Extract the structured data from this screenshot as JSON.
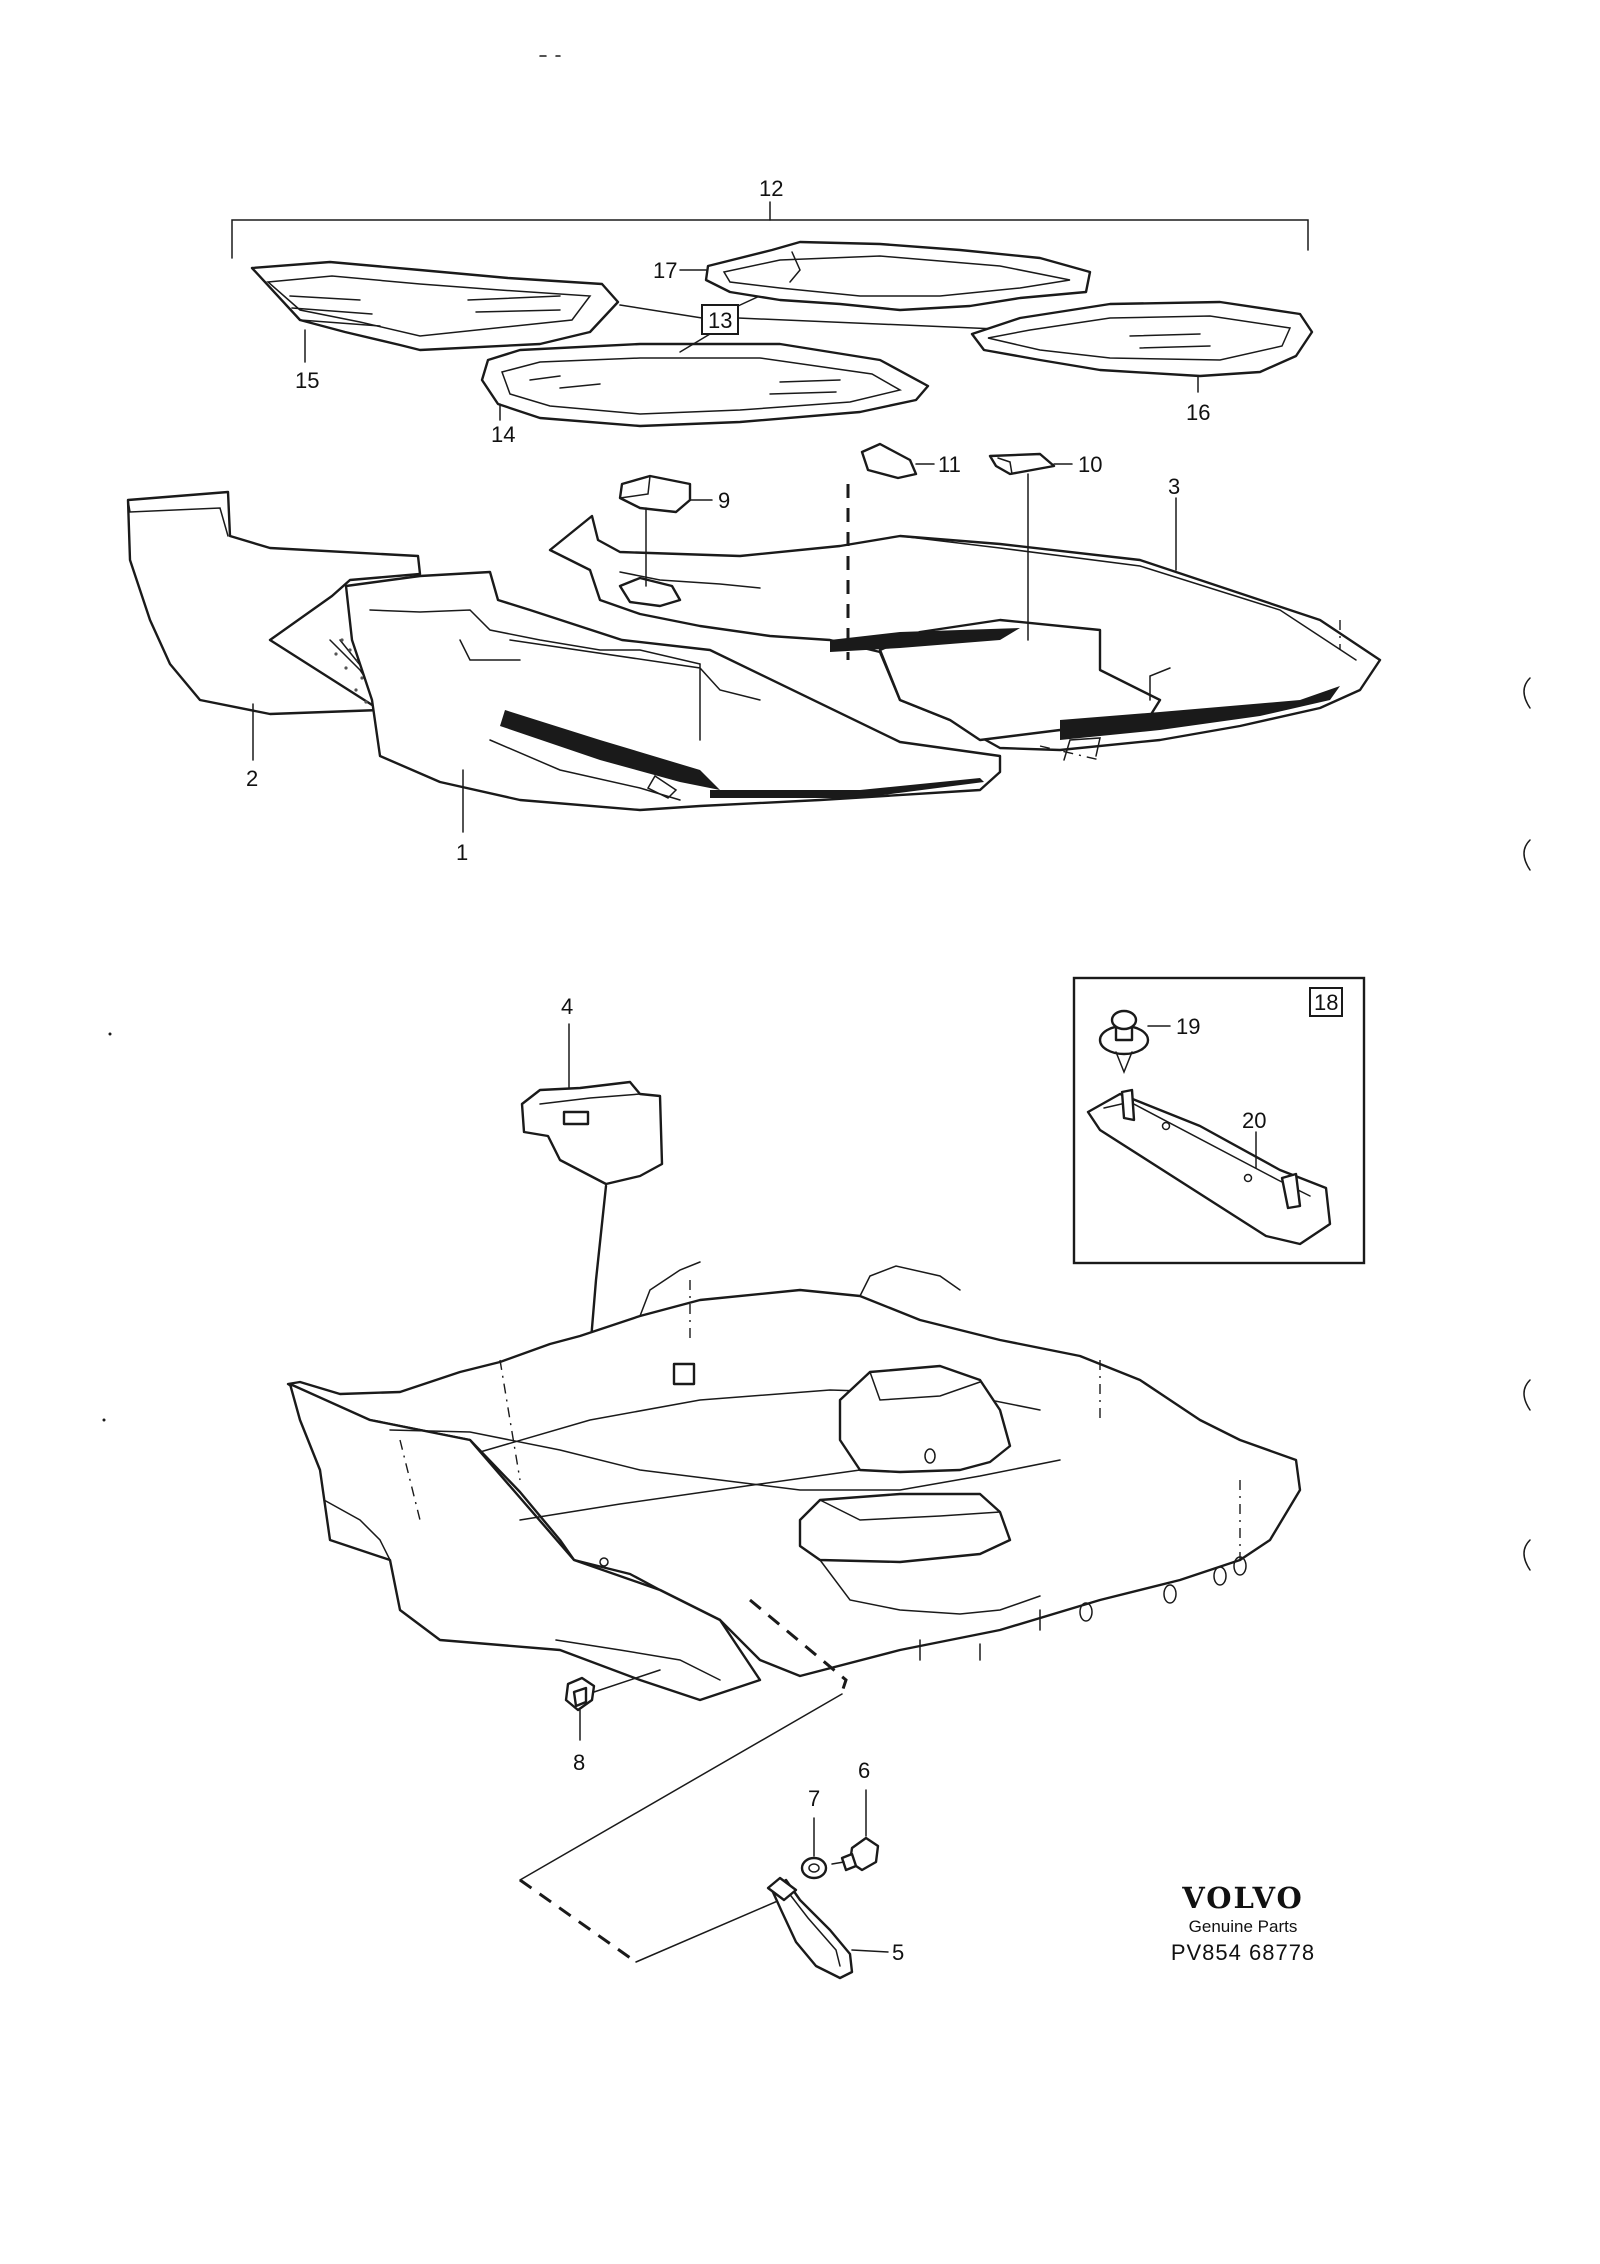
{
  "callouts": {
    "c1": "1",
    "c2": "2",
    "c3": "3",
    "c4": "4",
    "c5": "5",
    "c6": "6",
    "c7": "7",
    "c8": "8",
    "c9": "9",
    "c10": "10",
    "c11": "11",
    "c12": "12",
    "c13": "13",
    "c14": "14",
    "c15": "15",
    "c16": "16",
    "c17": "17",
    "c18": "18",
    "c19": "19",
    "c20": "20"
  },
  "brand": {
    "logo": "VOLVO",
    "subtitle": "Genuine Parts",
    "code": "PV854 68778"
  }
}
